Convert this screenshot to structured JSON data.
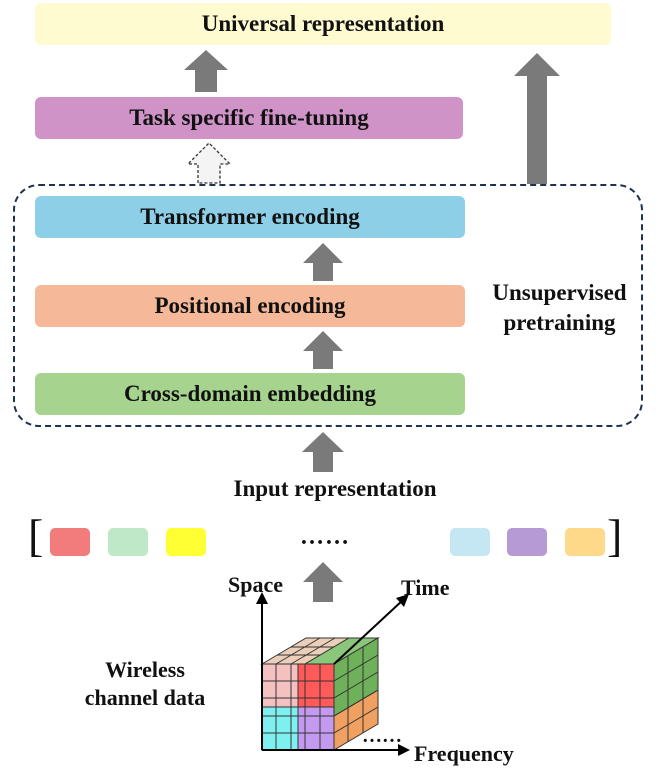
{
  "boxes": {
    "universal": "Universal representation",
    "finetune": "Task specific fine-tuning",
    "transformer": "Transformer encoding",
    "positional": "Positional encoding",
    "embedding": "Cross-domain embedding"
  },
  "pretraining": {
    "line1": "Unsupervised",
    "line2": "pretraining"
  },
  "input_label": "Input representation",
  "sequence": {
    "open_bracket": "[",
    "close_bracket": "]",
    "ellipsis": "……",
    "tokens": [
      "#f27b7b",
      "#bfe8c8",
      "#ffff33",
      "#c5e6f3",
      "#b69ad5",
      "#ffd98a"
    ]
  },
  "cube": {
    "data_label_line1": "Wireless",
    "data_label_line2": "channel data",
    "axes": {
      "space": "Space",
      "time": "Time",
      "frequency": "Frequency",
      "frequency_dots": "……"
    }
  },
  "colors": {
    "universal": "#fffbd0",
    "finetune": "#cf93c8",
    "transformer": "#8ecfe8",
    "positional": "#f5b899",
    "embedding": "#a6d48f",
    "arrow": "#7a7a7a",
    "frame": "#1f3350"
  }
}
